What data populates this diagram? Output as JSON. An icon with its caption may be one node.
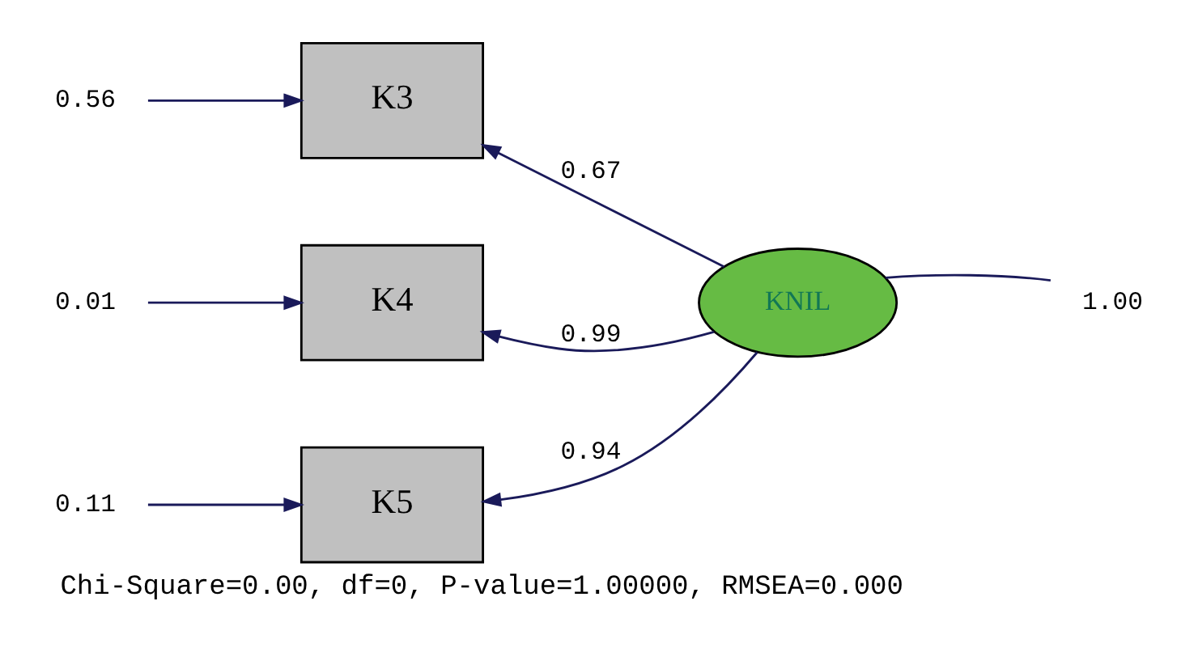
{
  "diagram": {
    "caption": "Chi-Square=0.00, df=0, P-value=1.00000, RMSEA=0.000",
    "nodes": [
      {
        "text": [
          "0.56"
        ]
      },
      {
        "text": [
          "K3"
        ]
      },
      {
        "text": [
          "0.01"
        ]
      },
      {
        "text": [
          "K4"
        ]
      },
      {
        "text": [
          "0.11"
        ]
      },
      {
        "text": [
          "K5"
        ]
      },
      {
        "text": [
          "KNIL"
        ]
      },
      {
        "text": [
          "1.00"
        ]
      }
    ],
    "edges": [
      {
        "from": 0,
        "to": 1,
        "arrow": "to"
      },
      {
        "from": 2,
        "to": 3,
        "arrow": "to"
      },
      {
        "from": 4,
        "to": 5,
        "arrow": "to"
      },
      {
        "from": 6,
        "to": 1,
        "arrow": "to",
        "label": "0.67"
      },
      {
        "from": 6,
        "to": 3,
        "arrow": "to",
        "label": "0.99"
      },
      {
        "from": 6,
        "to": 5,
        "arrow": "to",
        "label": "0.94"
      },
      {
        "from": 7,
        "to": 6,
        "arrow": "none"
      }
    ]
  }
}
